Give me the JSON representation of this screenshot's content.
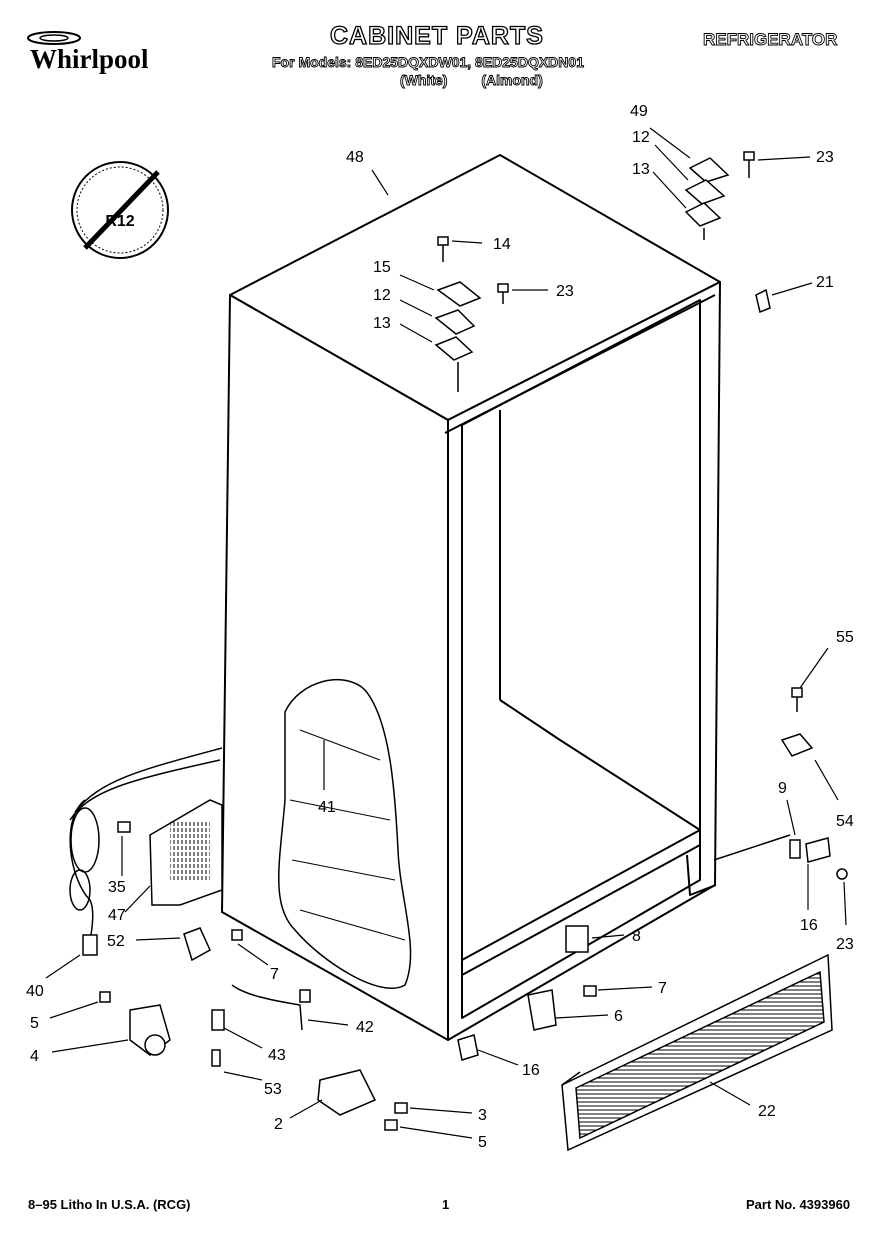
{
  "brand": "Whirlpool",
  "title": "CABINET PARTS",
  "product": "REFRIGERATOR",
  "models_line": "For Models: 8ED25DQXDW01, 8ED25DQXDN01",
  "color_labels": [
    "(White)",
    "(Almond)"
  ],
  "badge_text": "R12",
  "part_callouts": [
    "48",
    "49",
    "12",
    "13",
    "23",
    "14",
    "15",
    "12",
    "23",
    "13",
    "21",
    "55",
    "9",
    "54",
    "16",
    "23",
    "41",
    "35",
    "47",
    "52",
    "7",
    "40",
    "5",
    "4",
    "43",
    "53",
    "42",
    "8",
    "7",
    "6",
    "16",
    "22",
    "2",
    "3",
    "5"
  ],
  "footer": {
    "left": "8–95 Litho In U.S.A. (RCG)",
    "page": "1",
    "part_no": "Part No. 4393960"
  }
}
